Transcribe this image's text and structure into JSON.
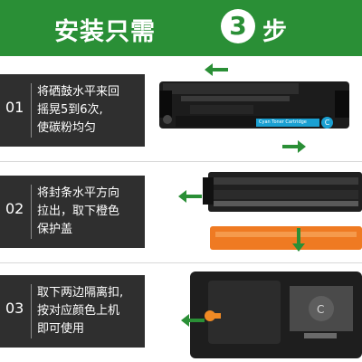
{
  "banner": {
    "title": "安装只需",
    "step_count": "3",
    "title_tail": "步",
    "color": "#2a8f36"
  },
  "steps": [
    {
      "number": "01",
      "lines": [
        "将硒鼓水平来回",
        "摇晃5到6次,",
        "使碳粉均匀"
      ]
    },
    {
      "number": "02",
      "lines": [
        "将封条水平方向",
        "拉出，取下橙色",
        "保护盖"
      ]
    },
    {
      "number": "03",
      "lines": [
        "取下两边隔离扣,",
        "按对应颜色上机",
        "即可使用"
      ]
    }
  ],
  "product": {
    "label_text": "Cyan Toner Cartridge",
    "color_badge": "C",
    "accent_cyan": "#1aa0d2",
    "protective_cover_color": "#ef7a22",
    "isolation_clip_color": "#f08a24"
  }
}
